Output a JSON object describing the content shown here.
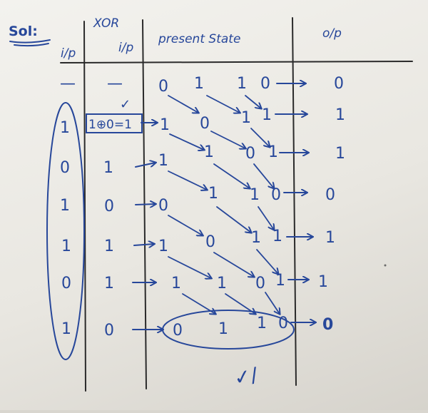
{
  "note": {
    "sol_label": "Sol:",
    "headers": {
      "ip": "i/p",
      "xor_top": "XOR",
      "xor_ip": "i/p",
      "present_state": "present State",
      "op": "o/p"
    },
    "header_row": [
      "—",
      "—",
      "0",
      "1",
      "1",
      "0",
      "0"
    ],
    "rows": [
      {
        "ip": "1",
        "xor": "1⊕0=1",
        "state": [
          "1",
          "0",
          "1",
          "1"
        ],
        "op": "1"
      },
      {
        "ip": "0",
        "xor": "1",
        "state": [
          "1",
          "1",
          "0",
          "1"
        ],
        "op": "1"
      },
      {
        "ip": "1",
        "xor": "0",
        "state": [
          "0",
          "1",
          "1",
          "0"
        ],
        "op": "0"
      },
      {
        "ip": "1",
        "xor": "1",
        "state": [
          "1",
          "0",
          "1",
          "1"
        ],
        "op": "1"
      },
      {
        "ip": "0",
        "xor": "1",
        "state": [
          "1",
          "1",
          "0",
          "1"
        ],
        "op": "1"
      },
      {
        "ip": "1",
        "xor": "0",
        "state": [
          "0",
          "1",
          "1",
          "0"
        ],
        "op": "0"
      }
    ],
    "tick_mark": "✓",
    "signature_mark": "✓/"
  },
  "colors": {
    "ink": "#27479a",
    "rules": "#2a2a2a",
    "paper": "#efede8"
  },
  "icons": [
    "arrow-right-icon",
    "diagonal-shift-arrow-icon",
    "tick-icon",
    "oval-highlight-icon"
  ]
}
